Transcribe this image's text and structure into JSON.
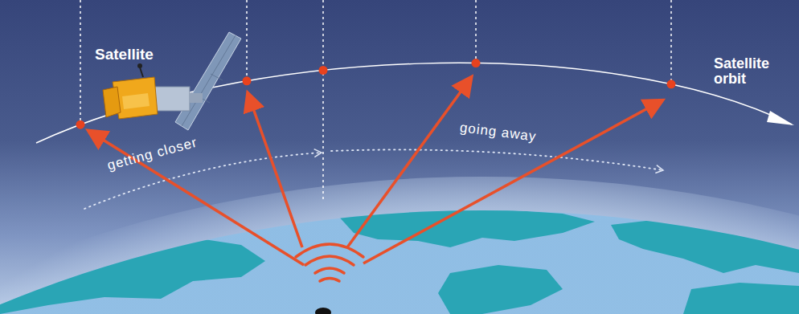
{
  "diagram": {
    "labels": [
      "Satellite",
      "Satellite orbit",
      "getting closer",
      "going away"
    ]
  }
}
